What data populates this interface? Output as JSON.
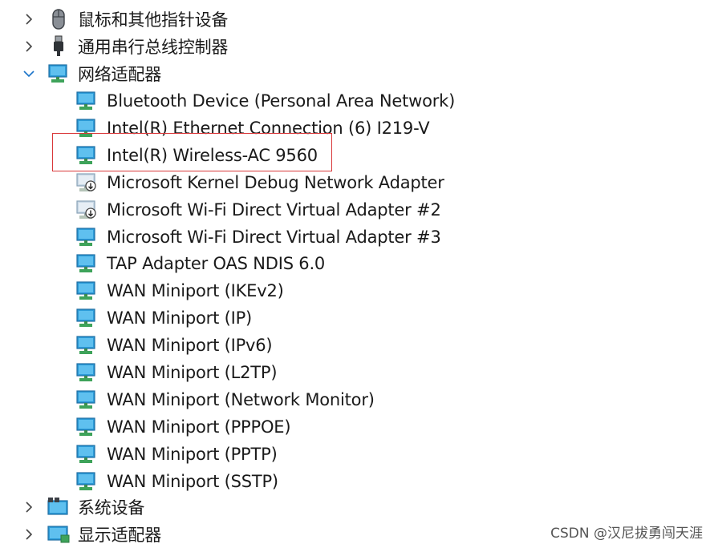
{
  "tree": {
    "mice_category": {
      "label": "鼠标和其他指针设备",
      "icon": "mouse-icon",
      "expanded": false
    },
    "usb_category": {
      "label": "通用串行总线控制器",
      "icon": "usb-icon",
      "expanded": false
    },
    "network_category": {
      "label": "网络适配器",
      "icon": "network-adapter-icon",
      "expanded": true,
      "children": [
        {
          "label": "Bluetooth Device (Personal Area Network)",
          "icon": "network-adapter-icon"
        },
        {
          "label": "Intel(R) Ethernet Connection (6) I219-V",
          "icon": "network-adapter-icon"
        },
        {
          "label": "Intel(R) Wireless-AC 9560",
          "icon": "network-adapter-icon",
          "highlighted": true
        },
        {
          "label": "Microsoft Kernel Debug Network Adapter",
          "icon": "network-adapter-disabled-icon"
        },
        {
          "label": "Microsoft Wi-Fi Direct Virtual Adapter #2",
          "icon": "network-adapter-disabled-icon"
        },
        {
          "label": "Microsoft Wi-Fi Direct Virtual Adapter #3",
          "icon": "network-adapter-icon"
        },
        {
          "label": "TAP Adapter OAS NDIS 6.0",
          "icon": "network-adapter-icon"
        },
        {
          "label": "WAN Miniport (IKEv2)",
          "icon": "network-adapter-icon"
        },
        {
          "label": "WAN Miniport (IP)",
          "icon": "network-adapter-icon"
        },
        {
          "label": "WAN Miniport (IPv6)",
          "icon": "network-adapter-icon"
        },
        {
          "label": "WAN Miniport (L2TP)",
          "icon": "network-adapter-icon"
        },
        {
          "label": "WAN Miniport (Network Monitor)",
          "icon": "network-adapter-icon"
        },
        {
          "label": "WAN Miniport (PPPOE)",
          "icon": "network-adapter-icon"
        },
        {
          "label": "WAN Miniport (PPTP)",
          "icon": "network-adapter-icon"
        },
        {
          "label": "WAN Miniport (SSTP)",
          "icon": "network-adapter-icon"
        }
      ]
    },
    "system_category": {
      "label": "系统设备",
      "icon": "system-devices-icon",
      "expanded": false
    },
    "display_category": {
      "label": "显示适配器",
      "icon": "display-adapter-icon",
      "expanded": false
    }
  },
  "watermark": {
    "text": "CSDN @汉尼拔勇闯天涯"
  },
  "colors": {
    "highlight_border": "#d9383a",
    "chevron": "#444444",
    "chevron_expanded": "#1a73c9",
    "monitor_blue": "#2b9bd8",
    "monitor_green": "#3ea35a"
  }
}
